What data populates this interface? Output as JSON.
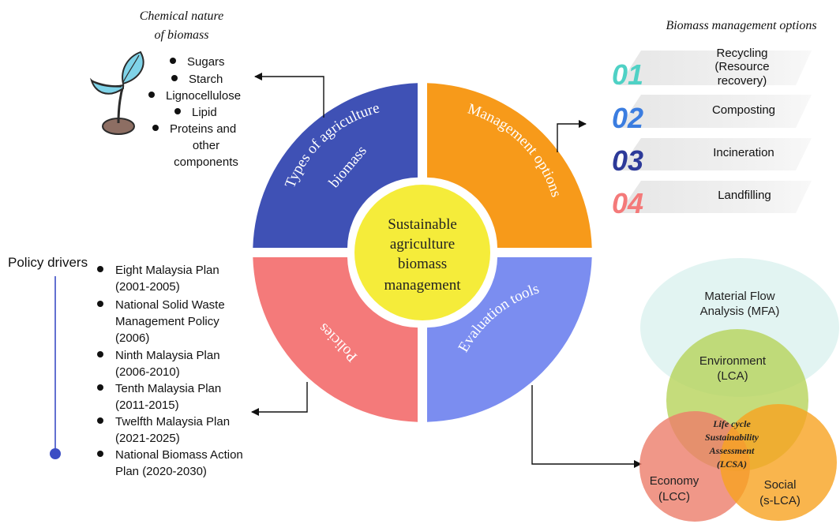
{
  "chemical_nature": {
    "title_line1": "Chemical nature",
    "title_line2": "of biomass",
    "items": [
      "Sugars",
      "Starch",
      "Lignocellulose",
      "Lipid",
      "Proteins and",
      "other",
      "components"
    ]
  },
  "wheel": {
    "center_lines": [
      "Sustainable",
      "agriculture",
      "biomass",
      "management"
    ],
    "types_line1": "Types of agriculture",
    "types_line2": "biomass",
    "management": "Management options",
    "evaluation": "Evaluation tools",
    "policies": "Policies"
  },
  "management_options": {
    "title": "Biomass management options",
    "items": [
      {
        "number": "01",
        "lines": [
          "Recycling",
          "(Resource",
          "recovery)"
        ],
        "color": "#4fd1c5"
      },
      {
        "number": "02",
        "lines": [
          "Composting"
        ],
        "color": "#3b7de0"
      },
      {
        "number": "03",
        "lines": [
          "Incineration"
        ],
        "color": "#2d3a99"
      },
      {
        "number": "04",
        "lines": [
          "Landfilling"
        ],
        "color": "#f47a7a"
      }
    ]
  },
  "policy": {
    "title": "Policy drivers",
    "items": [
      [
        "Eight Malaysia Plan",
        "(2001-2005)"
      ],
      [
        "National Solid Waste",
        "Management Policy",
        "(2006)"
      ],
      [
        "Ninth Malaysia Plan",
        "(2006-2010)"
      ],
      [
        "Tenth Malaysia Plan",
        "(2011-2015)"
      ],
      [
        "Twelfth Malaysia Plan",
        "(2021-2025)"
      ],
      [
        "National Biomass Action",
        "Plan (2020-2030)"
      ]
    ]
  },
  "evaluation_tools": {
    "mfa_line1": "Material Flow",
    "mfa_line2": "Analysis (MFA)",
    "env_line1": "Environment",
    "env_line2": "(LCA)",
    "lcsa_lines": [
      "Life cycle",
      "Sustainability",
      "Assessment",
      "(LCSA)"
    ],
    "economy_line1": "Economy",
    "economy_line2": "(LCC)",
    "social_line1": "Social",
    "social_line2": "(s-LCA)"
  },
  "colors": {
    "types": "#3f51b5",
    "management": "#f79a1a",
    "evaluation": "#7b8df0",
    "policies": "#f47a7a",
    "center": "#f5ec3a",
    "policy_line": "#3b4dc4",
    "mfa": "#dff3f1",
    "env": "#b7d35a",
    "economy": "#ec7d6a",
    "social": "#f7a321"
  }
}
